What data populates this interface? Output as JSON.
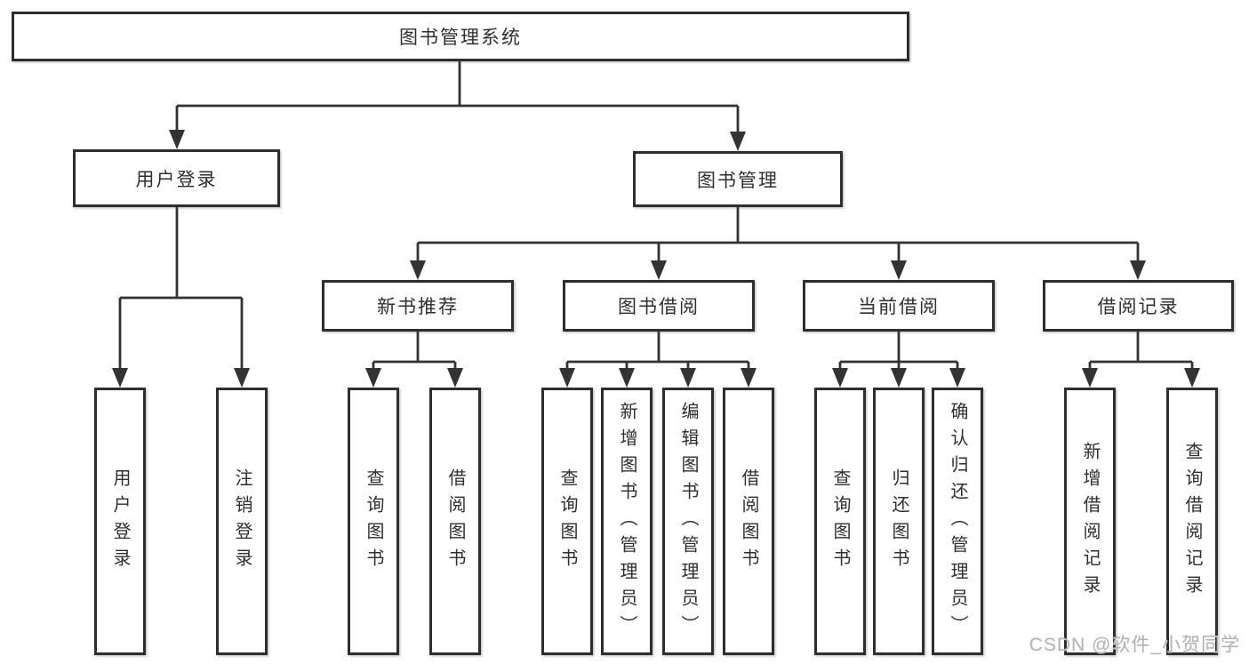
{
  "diagram": {
    "root": {
      "label": "图书管理系统"
    },
    "branches": [
      {
        "label": "用户登录",
        "children": [
          {
            "label": "用户登录"
          },
          {
            "label": "注销登录"
          }
        ]
      },
      {
        "label": "图书管理",
        "children": [
          {
            "label": "新书推荐",
            "children": [
              {
                "label": "查询图书"
              },
              {
                "label": "借阅图书"
              }
            ]
          },
          {
            "label": "图书借阅",
            "children": [
              {
                "label": "查询图书"
              },
              {
                "label": "新增图书（管理员）"
              },
              {
                "label": "编辑图书（管理员）"
              },
              {
                "label": "借阅图书"
              }
            ]
          },
          {
            "label": "当前借阅",
            "children": [
              {
                "label": "查询图书"
              },
              {
                "label": "归还图书"
              },
              {
                "label": "确认归还（管理员）"
              }
            ]
          },
          {
            "label": "借阅记录",
            "children": [
              {
                "label": "新增借阅记录"
              },
              {
                "label": "查询借阅记录"
              }
            ]
          }
        ]
      }
    ]
  },
  "watermark": {
    "text": "CSDN @软件_小贺同学"
  },
  "colors": {
    "line": "#333333",
    "border": "#2e2e2e",
    "text": "#2f2f2f",
    "watermark_text": "#b4b4b4",
    "background": "#ffffff"
  }
}
